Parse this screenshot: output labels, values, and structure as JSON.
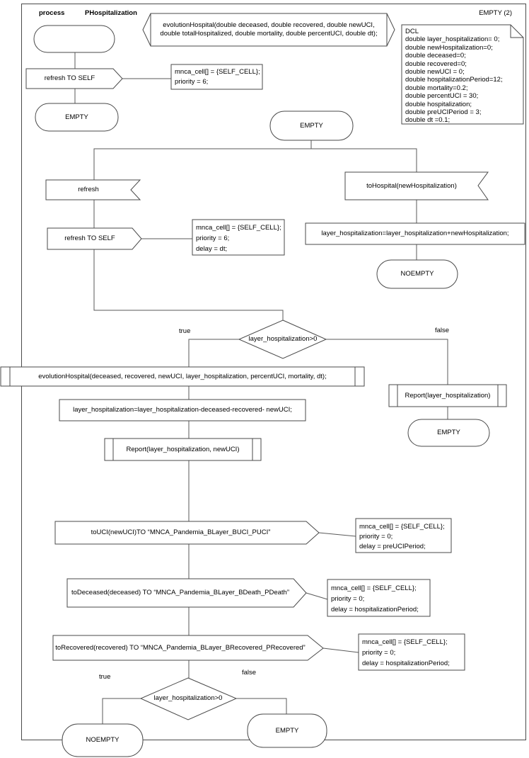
{
  "header": {
    "kind": "process",
    "name": "PHospitalization",
    "page": "EMPTY (2)"
  },
  "decl": {
    "signature": [
      "evolutionHospital(double deceased, double recovered, double newUCI,",
      "double totalHospitalized, double mortality, double percentUCI, double dt);"
    ]
  },
  "dcl": {
    "lines": [
      "DCL",
      "double layer_hospitalization= 0;",
      "double newHospitalization=0;",
      "double deceased=0;",
      "double recovered=0;",
      "double newUCI = 0;",
      "double hospitalizationPeriod=12;",
      "double mortality=0.2;",
      "double percentUCI = 30;",
      "double hospitalization;",
      "double preUCIPeriod = 3;",
      "double dt =0.1;"
    ]
  },
  "states": {
    "empty_top": "EMPTY",
    "empty_mid": "EMPTY",
    "noempty_right": "NOEMPTY",
    "empty_right": "EMPTY",
    "noempty_bottom": "NOEMPTY",
    "empty_bottom": "EMPTY"
  },
  "signals": {
    "refresh_self_top": "refresh TO SELF",
    "refresh_receive": "refresh",
    "refresh_self_mid": "refresh TO SELF",
    "tohospital_receive": "toHospital(newHospitalization)",
    "touci_send": "toUCI(newUCI)TO “MNCA_Pandemia_BLayer_BUCI_PUCI”",
    "todeceased_send": "toDeceased(deceased) TO “MNCA_Pandemia_BLayer_BDeath_PDeath”",
    "torecovered_send": "toRecovered(recovered) TO “MNCA_Pandemia_BLayer_BRecovered_PRecovered”"
  },
  "tasks": {
    "add": "layer_hospitalization=layer_hospitalization+newHospitalization;",
    "subtract": "layer_hospitalization=layer_hospitalization-deceased-recovered- newUCI;"
  },
  "calls": {
    "evolution": "evolutionHospital(deceased, recovered, newUCI, layer_hospitalization, percentUCI, mortality, dt);",
    "report_two": "Report(layer_hospitalization, newUCI)",
    "report_one": "Report(layer_hospitalization)"
  },
  "decisions": {
    "top": {
      "condition": "layer_hospitalization>0",
      "true_label": "true",
      "false_label": "false"
    },
    "bottom": {
      "condition": "layer_hospitalization>0",
      "true_label": "true",
      "false_label": "false"
    }
  },
  "comments": {
    "refresh_top": [
      "mnca_cell[] = {SELF_CELL};",
      "priority = 6;"
    ],
    "refresh_mid": [
      "mnca_cell[] = {SELF_CELL};",
      "priority = 6;",
      "delay = dt;"
    ],
    "touci": [
      "mnca_cell[] = {SELF_CELL};",
      "priority = 0;",
      "delay = preUCIPeriod;"
    ],
    "todeceased": [
      "mnca_cell[] = {SELF_CELL};",
      "priority = 0;",
      "delay = hospitalizationPeriod;"
    ],
    "torecovered": [
      "mnca_cell[] = {SELF_CELL};",
      "priority = 0;",
      "delay = hospitalizationPeriod;"
    ]
  },
  "colors": {
    "line": "#4a4a4a",
    "text": "#000000",
    "background": "#ffffff"
  }
}
